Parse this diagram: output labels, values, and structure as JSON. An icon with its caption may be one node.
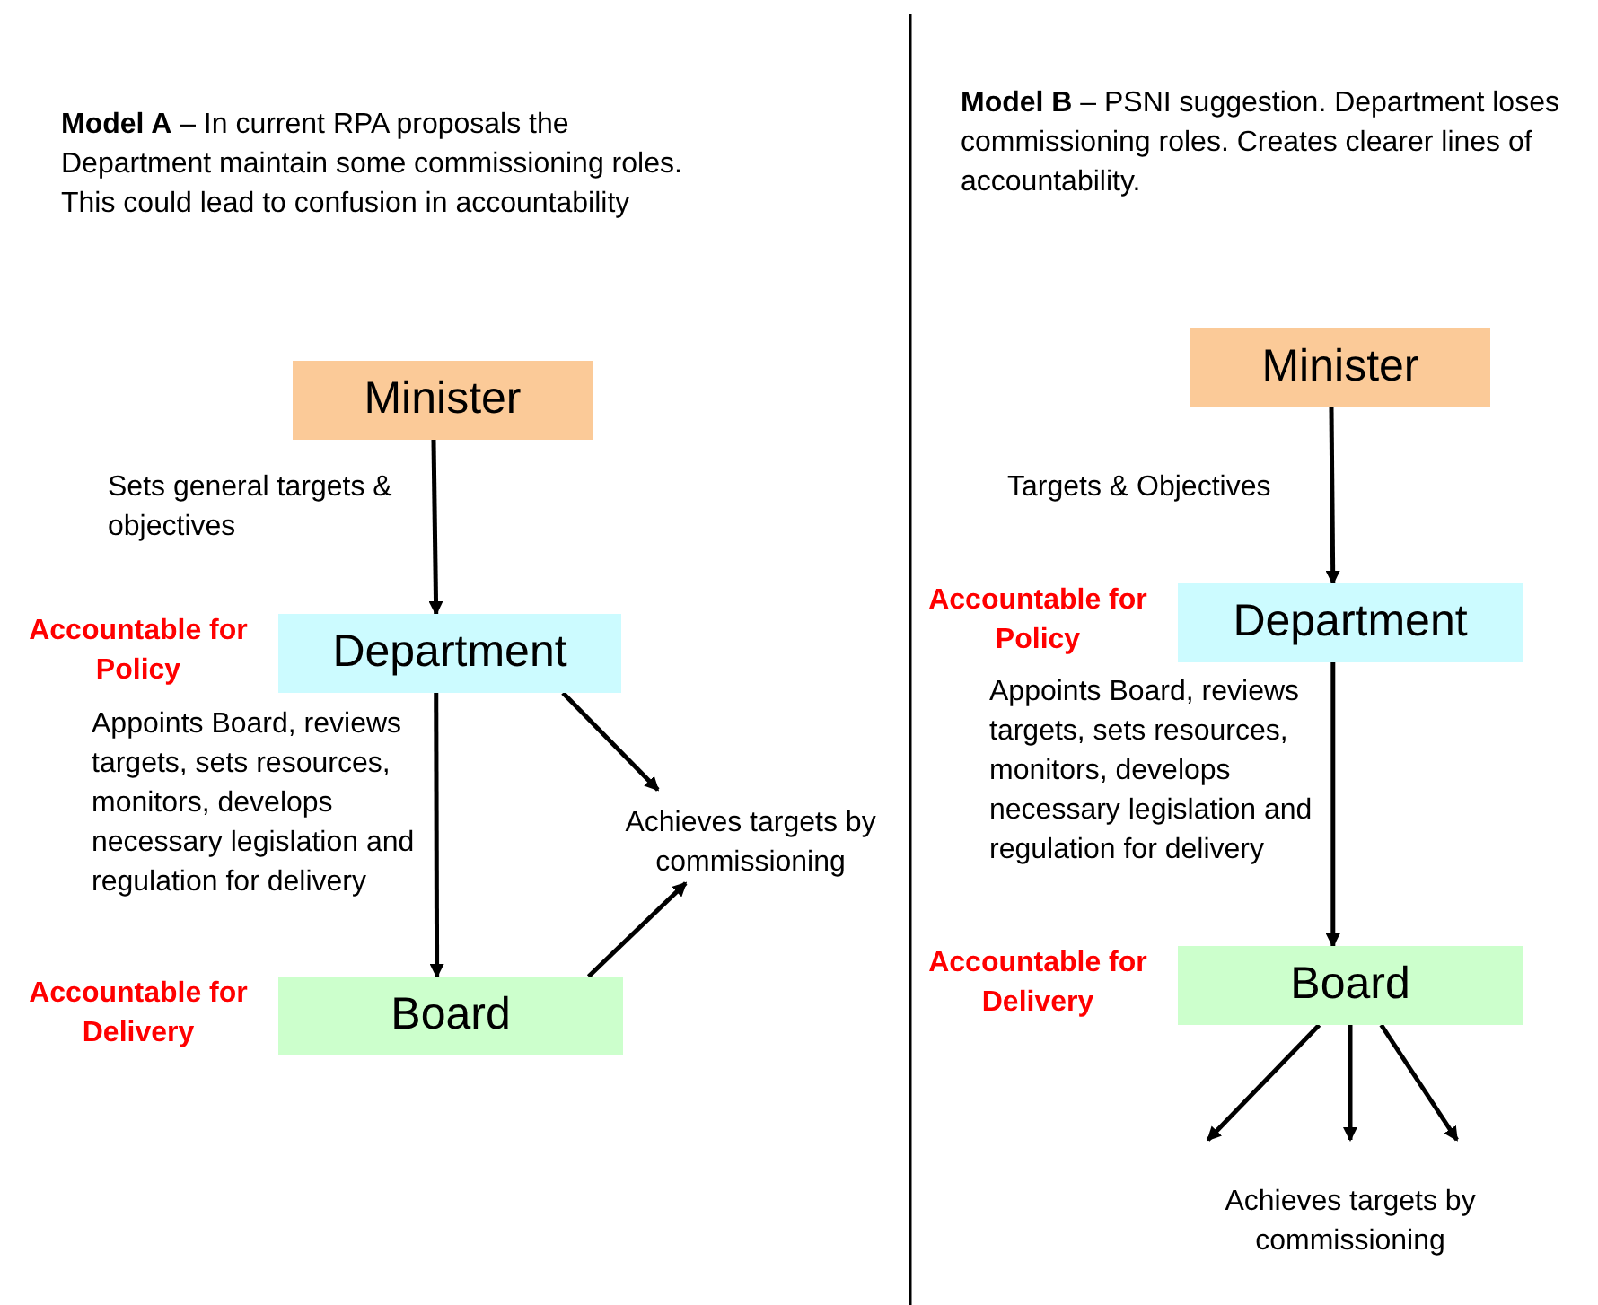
{
  "diagram": {
    "nodes": [
      {
        "text": [
          "Minister"
        ]
      },
      {
        "text": [
          "Department"
        ],
        "beside": [
          "Accountable for Policy"
        ]
      },
      {
        "text": [
          "Board"
        ],
        "beside": [
          "Accountable for Delivery"
        ]
      },
      {
        "text": [
          "Achieves targets by commissioning"
        ]
      },
      {
        "text": [
          "Minister"
        ]
      },
      {
        "text": [
          "Department"
        ],
        "beside": [
          "Accountable for Policy"
        ]
      },
      {
        "text": [
          "Board"
        ],
        "beside": [
          "Accountable for Delivery"
        ]
      },
      {
        "text": [
          "Achieves targets by commissioning"
        ]
      }
    ],
    "edges": [
      {
        "from": 0,
        "to": 1,
        "arrow": "to",
        "label": "Sets general targets & objectives"
      },
      {
        "from": 1,
        "to": 2,
        "arrow": "to",
        "label": "Appoints Board, reviews targets, sets resources, monitors, develops necessary legislation and regulation for delivery"
      },
      {
        "from": 2,
        "to": 3,
        "arrow": "to"
      },
      {
        "from": 1,
        "to": 3,
        "arrow": "to"
      },
      {
        "from": 4,
        "to": 5,
        "arrow": "to",
        "label": "Targets & Objectives"
      },
      {
        "from": 5,
        "to": 6,
        "arrow": "to",
        "label": "Appoints Board, reviews targets, sets resources, monitors, develops necessary legislation and regulation for delivery"
      },
      {
        "from": 6,
        "to": 7,
        "arrow": "to"
      },
      {
        "from": 6,
        "to": 7,
        "arrow": "to"
      },
      {
        "from": 6,
        "to": 7,
        "arrow": "to"
      }
    ],
    "labels": [
      "**Model A** – In current RPA proposals the Department maintain some commissioning roles. This could lead to confusion in accountability",
      "**Model B** – PSNI suggestion. Department loses commissioning roles. Creates clearer lines of accountability."
    ]
  }
}
